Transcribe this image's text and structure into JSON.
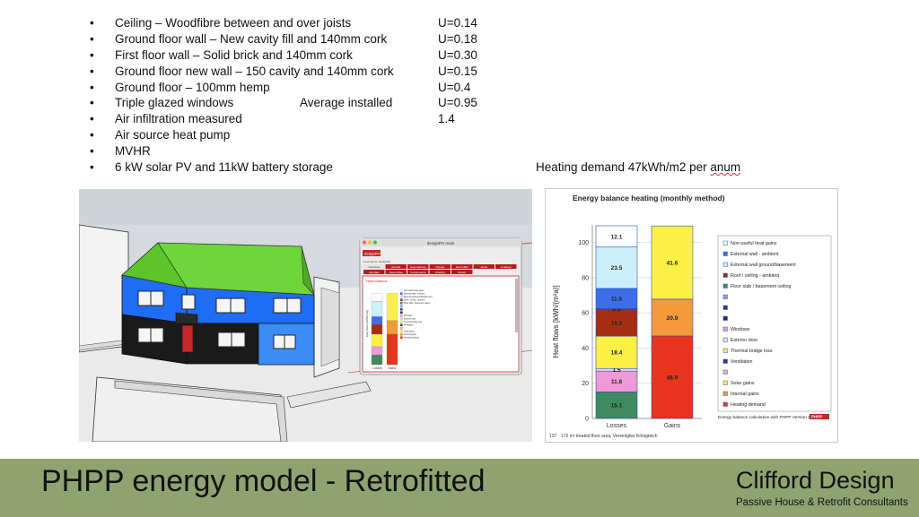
{
  "bullets": [
    {
      "label": "Ceiling – Woodfibre between and over joists",
      "mid": "",
      "value": "U=0.14"
    },
    {
      "label": "Ground floor wall – New cavity fill and 140mm cork",
      "mid": "",
      "value": "U=0.18"
    },
    {
      "label": "First floor wall – Solid brick and 140mm cork",
      "mid": "",
      "value": "U=0.30"
    },
    {
      "label": "Ground floor new wall – 150 cavity and 140mm cork",
      "mid": "",
      "value": "U=0.15"
    },
    {
      "label": "Ground floor – 100mm hemp",
      "mid": "",
      "value": "U=0.4"
    },
    {
      "label": "Triple glazed windows",
      "mid": "Average installed",
      "value": "U=0.95"
    },
    {
      "label": "Air infiltration measured",
      "mid": "",
      "value": "1.4"
    },
    {
      "label": "Air source heat pump",
      "mid": "",
      "value": ""
    },
    {
      "label": "MVHR",
      "mid": "",
      "value": ""
    },
    {
      "label": "6 kW solar PV and 11kW battery storage",
      "mid": "",
      "value": ""
    }
  ],
  "bullet_glyph": "•",
  "heating_demand": {
    "before": "Heating demand 47kWh/m2 per ",
    "underlined": "anum"
  },
  "phpp_window": {
    "title": "designPH main",
    "tabs": [
      "Overview",
      "Results",
      "Heat balance",
      "Climate",
      "Vent./HRV",
      "Areas",
      "U-Values"
    ],
    "tabs2": [
      "calculate",
      "Assemblies",
      "Components",
      "Shading",
      "Export"
    ],
    "section": "Heat balance",
    "labels": {
      "losses": "Losses",
      "gains": "Gains",
      "axis": "Heat flows [kWh/(m²a)]"
    },
    "logo": "designPH",
    "info": "Licensed to: designPH"
  },
  "chart_data": {
    "type": "bar",
    "stacked": true,
    "title": "Energy balance heating (monthly method)",
    "ylabel": "Heat flows [kWh/(m²a)]",
    "xlabel": "",
    "ylim": [
      0,
      110
    ],
    "yticks": [
      0,
      20,
      40,
      60,
      80,
      100
    ],
    "grid": true,
    "categories": [
      "Losses",
      "Gains"
    ],
    "bars": {
      "Losses": [
        {
          "name": "Floor slab / basement ceiling",
          "value": 15.1,
          "label": "15.1",
          "color": "#3f8a5e"
        },
        {
          "name": "Windows",
          "value": 11.8,
          "label": "11.8",
          "color": "#ef9ad4"
        },
        {
          "name": "Exterior door",
          "value": 1.5,
          "label": "1.5",
          "color": "#e0e0e0"
        },
        {
          "name": "Thermal bridge loss",
          "value": 18.4,
          "label": "18.4",
          "color": "#fdf044"
        },
        {
          "name": "Roof / ceiling - ambient",
          "value": 15.2,
          "label": "15.2",
          "color": "#a52d12"
        },
        {
          "name": "Ventilation",
          "value": 0.4,
          "label": "0.4",
          "color": "#2f3b8a"
        },
        {
          "name": "External wall - ambient",
          "value": 11.5,
          "label": "11.5",
          "color": "#3d6ee8"
        },
        {
          "name": "External wall ground/basement",
          "value": 23.5,
          "label": "23.5",
          "color": "#cdeefb"
        },
        {
          "name": "Non-useful heat gains",
          "value": 12.1,
          "label": "12.1",
          "color": "#ffffff"
        }
      ],
      "Gains": [
        {
          "name": "Heating demand",
          "value": 46.9,
          "label": "46.9",
          "color": "#e8341c"
        },
        {
          "name": "Internal gains",
          "value": 20.9,
          "label": "20.9",
          "color": "#f39a3a"
        },
        {
          "name": "Solar gains",
          "value": 41.6,
          "label": "41.6",
          "color": "#fdf044"
        }
      ]
    },
    "legend": [
      {
        "name": "Non-useful heat gains",
        "color": "#ffffff"
      },
      {
        "name": "External wall - ambient",
        "color": "#3d6ee8"
      },
      {
        "name": "External wall ground/basement",
        "color": "#cdeefb"
      },
      {
        "name": "Roof / ceiling - ambient",
        "color": "#a52d12"
      },
      {
        "name": "Floor slab / basement ceiling",
        "color": "#3f8a5e"
      },
      {
        "name": "",
        "color": "#8a9ce8"
      },
      {
        "name": "",
        "color": "#2f3b8a"
      },
      {
        "name": "",
        "color": "#1f2a6a"
      },
      {
        "name": "Windows",
        "color": "#ef9ad4"
      },
      {
        "name": "Exterior door",
        "color": "#e0e0e0"
      },
      {
        "name": "Thermal bridge loss",
        "color": "#fdf044"
      },
      {
        "name": "Ventilation",
        "color": "#2f3b8a"
      },
      {
        "name": "",
        "color": "#f7b0a0"
      },
      {
        "name": "Solar gains",
        "color": "#fdf044"
      },
      {
        "name": "Internal gains",
        "color": "#f39a3a"
      },
      {
        "name": "Heating demand",
        "color": "#e8341c"
      }
    ],
    "legend_position": "right",
    "footnote": "Energy balance calculation with PHPP Version 10.6 EN",
    "footnote_id": "137",
    "footnote_area": "172 m² treated floor area, Vereinigtes Königreich",
    "badge": "PHPP"
  },
  "footer": {
    "title": "PHPP energy model - Retrofitted",
    "brand": "Clifford Design",
    "subtitle": "Passive House & Retrofit Consultants",
    "color": "#8fa371"
  }
}
